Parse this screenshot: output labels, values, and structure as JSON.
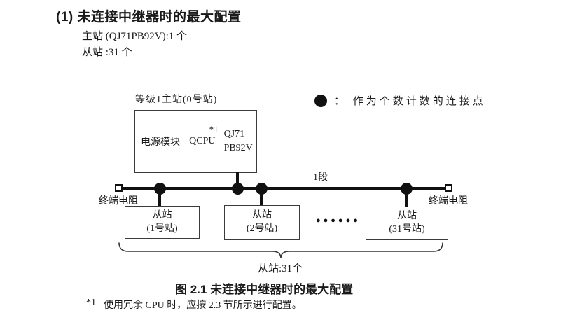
{
  "header": {
    "title": "(1) 未连接中继器时的最大配置",
    "master_line": "主站 (QJ71PB92V):1 个",
    "slave_line": "从站 :31 个"
  },
  "diagram": {
    "master_station": {
      "label": "等级1主站(0号站)",
      "power_module": "电源模块",
      "cpu": "QCPU",
      "cpu_note": "*1",
      "network_module_line1": "QJ71",
      "network_module_line2": "PB92V"
    },
    "legend": {
      "text": "： 作为个数计数的连接点"
    },
    "segment_label": "1段",
    "terminator_left": "终端电阻",
    "terminator_right": "终端电阻",
    "slaves": [
      {
        "line1": "从站",
        "line2": "(1号站)"
      },
      {
        "line1": "从站",
        "line2": "(2号站)"
      },
      {
        "line1": "从站",
        "line2": "(31号站)"
      }
    ],
    "ellipsis": "●●●●●●",
    "brace_label": "从站:31个"
  },
  "caption": "图 2.1 未连接中继器时的最大配置",
  "footnote": {
    "marker": "*1",
    "text": "使用冗余 CPU 时，应按 2.3 节所示进行配置。"
  },
  "colors": {
    "ink": "#1a1a1a",
    "line": "#111111",
    "box_border": "#3a3a3a",
    "background": "#ffffff"
  }
}
